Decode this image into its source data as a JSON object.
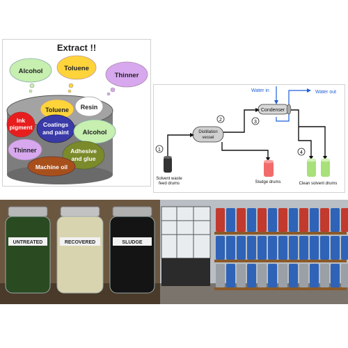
{
  "solvents_panel": {
    "title": "Extract !!",
    "clouds": {
      "alcohol_top": "Alcohol",
      "toluene_top": "Toluene",
      "thinner_top": "Thinner",
      "toluene": "Toluene",
      "resin": "Resin",
      "ink_pigment_1": "Ink",
      "ink_pigment_2": "pigment",
      "coatings_1": "Coatings",
      "coatings_2": "and paint",
      "alcohol": "Alcohol",
      "thinner": "Thinner",
      "adhesive_1": "Adhesive",
      "adhesive_2": "and glue",
      "machine_oil": "Machine oil"
    },
    "colors": {
      "alcohol": "#c6efb0",
      "toluene": "#ffd43b",
      "thinner": "#d7a8ee",
      "ink": "#e81e1e",
      "coatings": "#3a3aa8",
      "resin": "#ffffff",
      "adhesive": "#7b8a2a",
      "machine_oil": "#a8501c",
      "drum": "#8c8c8c"
    }
  },
  "process_panel": {
    "water_in": "Water in",
    "water_out": "Water out",
    "condenser": "Condenser",
    "vessel_1": "Distillation",
    "vessel_2": "vessel",
    "steps": [
      "1",
      "2",
      "3",
      "4"
    ],
    "feed_1": "Solvent waste",
    "feed_2": "feed drums",
    "sludge": "Sludge drums",
    "clean": "Clean solvent drums",
    "colors": {
      "water": "#1f5fd6",
      "sludge_drum": "#f26b6b",
      "clean_drum": "#a8e07a",
      "feed_drum": "#333333"
    }
  },
  "jars_panel": {
    "labels": [
      "UNTREATED",
      "RECOVERED",
      "SLUDGE"
    ]
  },
  "drums_panel": {}
}
